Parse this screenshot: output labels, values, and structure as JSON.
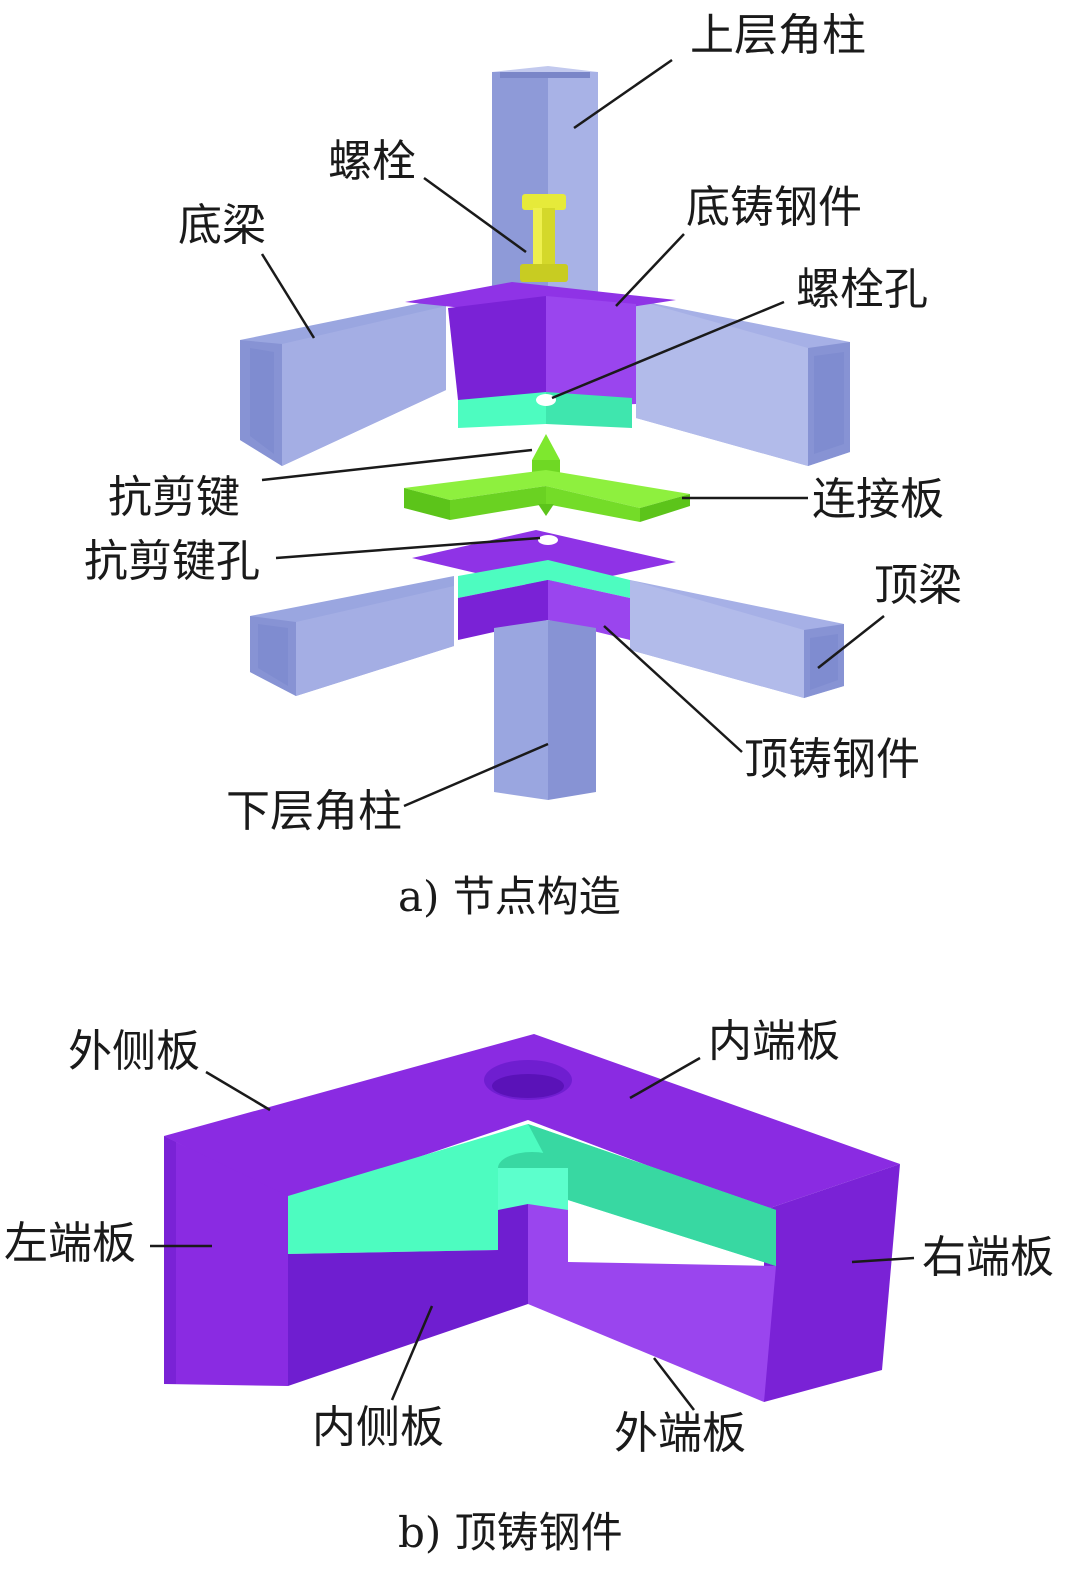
{
  "diagram_a": {
    "caption": "a)  节点构造",
    "labels": {
      "upper_column": "上层角柱",
      "bolt": "螺栓",
      "bottom_beam": "底梁",
      "bottom_casting": "底铸钢件",
      "bolt_hole": "螺栓孔",
      "shear_key": "抗剪键",
      "connecting_plate": "连接板",
      "shear_key_hole": "抗剪键孔",
      "top_beam": "顶梁",
      "top_casting": "顶铸钢件",
      "lower_column": "下层角柱"
    }
  },
  "diagram_b": {
    "caption": "b)  顶铸钢件",
    "labels": {
      "outer_side_plate": "外侧板",
      "inner_end_plate": "内端板",
      "left_end_plate": "左端板",
      "right_end_plate": "右端板",
      "inner_side_plate": "内侧板",
      "outer_end_plate": "外端板"
    }
  },
  "colors": {
    "steel_blue": "#9aa6e0",
    "steel_blue_dark": "#7f8cd0",
    "steel_blue_light": "#b4bdea",
    "casting_purple": "#8a2be2",
    "casting_purple_dark": "#6f1ed0",
    "casting_purple_light": "#9d4df0",
    "cavity_green": "#4dfcc0",
    "cavity_green_dark": "#38d8a2",
    "plate_green": "#7ee82e",
    "plate_green_dark": "#5cc41a",
    "bolt_yellow": "#e6ea3a",
    "bolt_yellow_dark": "#b8bc1e"
  }
}
